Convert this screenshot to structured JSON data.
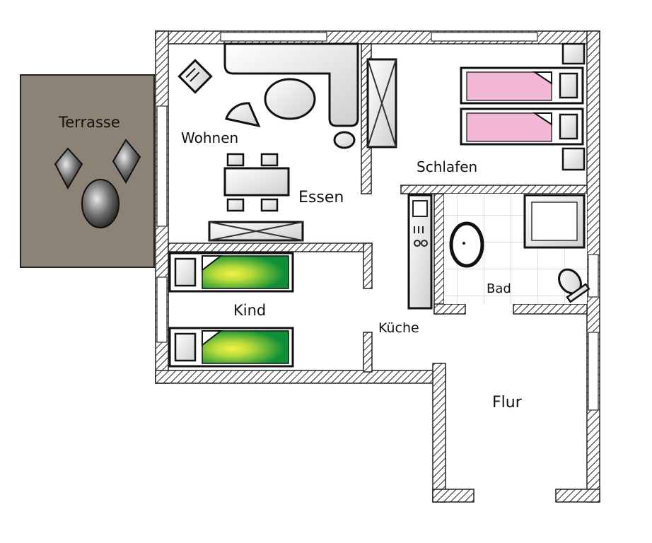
{
  "rooms": {
    "terrasse": "Terrasse",
    "wohnen": "Wohnen",
    "essen": "Essen",
    "schlafen": "Schlafen",
    "kind": "Kind",
    "kueche": "Küche",
    "bad": "Bad",
    "flur": "Flur"
  },
  "colors": {
    "terrace": "#8c8275",
    "wall_hatch": "#222222",
    "bed_pink": "#f2b8d6",
    "bed_green": "#159a3a",
    "bed_yellow": "#e8ea4a"
  }
}
